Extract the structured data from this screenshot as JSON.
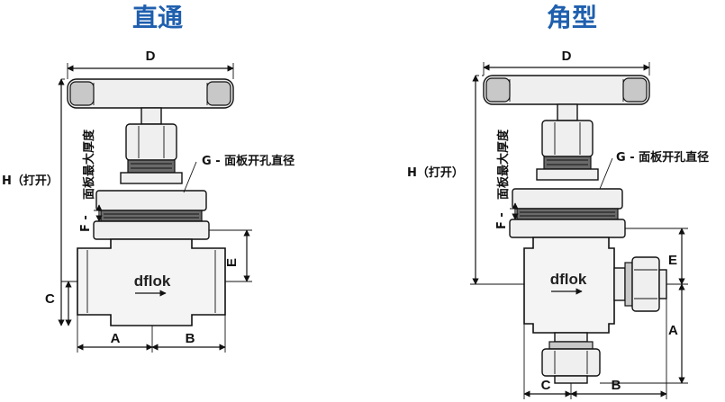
{
  "titles": {
    "straight": "直通",
    "angle": "角型"
  },
  "brand": "dflok",
  "labels": {
    "D": "D",
    "G": "G - 面板开孔直径",
    "H": "H（打开）",
    "thickness": "面板最大厚度",
    "F": "F -",
    "E": "E",
    "C": "C",
    "A": "A",
    "B": "B"
  },
  "colors": {
    "title": "#1f5fae",
    "outline": "#111111",
    "fill": "#f4f4f4"
  }
}
